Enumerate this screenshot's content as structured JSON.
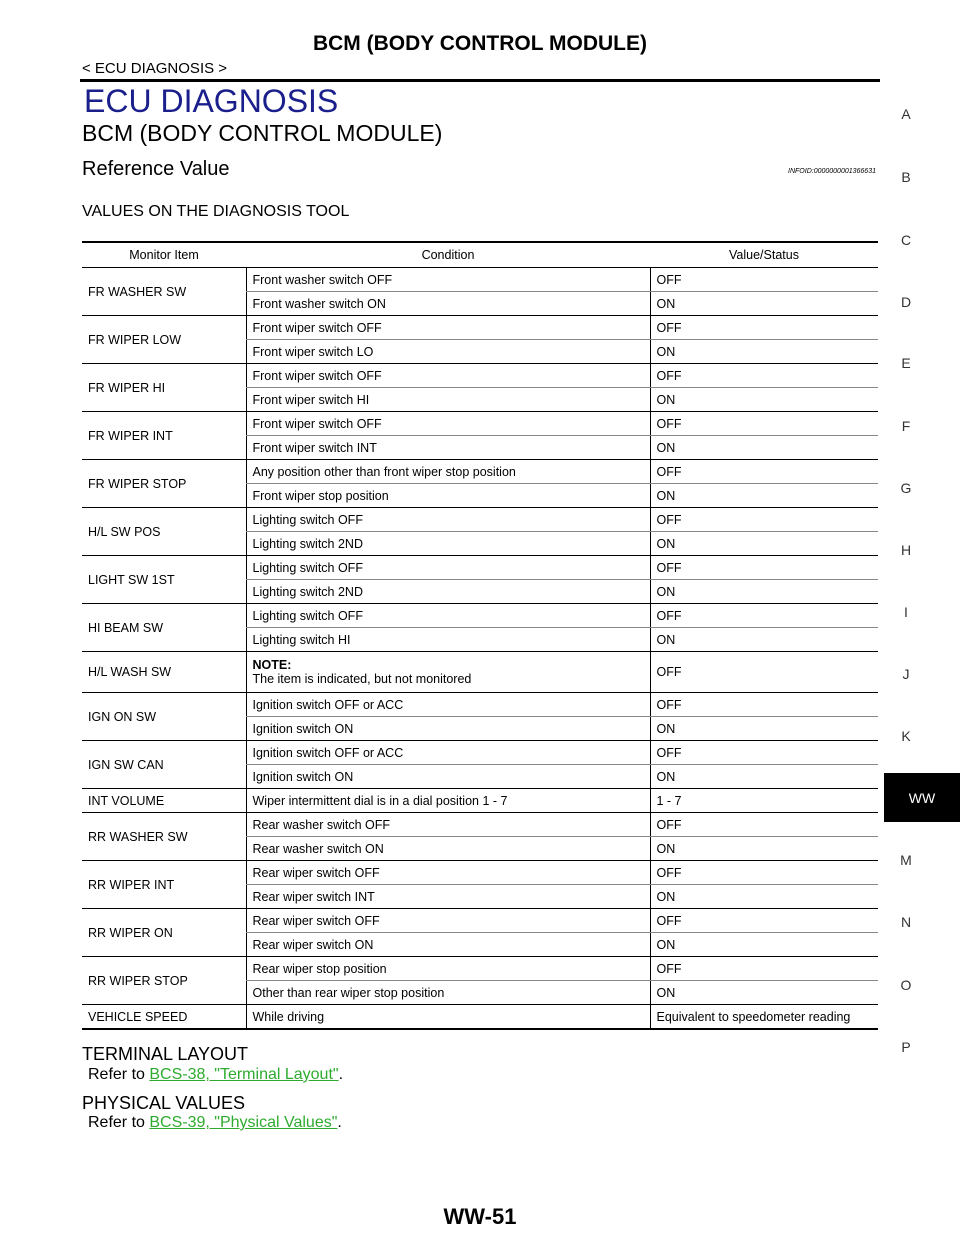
{
  "header": {
    "title": "BCM (BODY CONTROL MODULE)",
    "breadcrumb": "< ECU DIAGNOSIS >"
  },
  "section_title": "ECU DIAGNOSIS",
  "sub_title": "BCM (BODY CONTROL MODULE)",
  "reference_title": "Reference Value",
  "infoid": "INFOID:0000000001366631",
  "values_heading": "VALUES ON THE DIAGNOSIS TOOL",
  "table": {
    "headers": [
      "Monitor Item",
      "Condition",
      "Value/Status"
    ],
    "r0": {
      "item": "FR WASHER SW",
      "c1": "Front washer switch OFF",
      "v1": "OFF",
      "c2": "Front washer switch ON",
      "v2": "ON"
    },
    "r1": {
      "item": "FR WIPER LOW",
      "c1": "Front wiper switch OFF",
      "v1": "OFF",
      "c2": "Front wiper switch LO",
      "v2": "ON"
    },
    "r2": {
      "item": "FR WIPER HI",
      "c1": "Front wiper switch OFF",
      "v1": "OFF",
      "c2": "Front wiper switch HI",
      "v2": "ON"
    },
    "r3": {
      "item": "FR WIPER INT",
      "c1": "Front wiper switch OFF",
      "v1": "OFF",
      "c2": "Front wiper switch INT",
      "v2": "ON"
    },
    "r4": {
      "item": "FR WIPER STOP",
      "c1": "Any position other than front wiper stop position",
      "v1": "OFF",
      "c2": "Front wiper stop position",
      "v2": "ON"
    },
    "r5": {
      "item": "H/L SW POS",
      "c1": "Lighting switch OFF",
      "v1": "OFF",
      "c2": "Lighting switch 2ND",
      "v2": "ON"
    },
    "r6": {
      "item": "LIGHT SW 1ST",
      "c1": "Lighting switch OFF",
      "v1": "OFF",
      "c2": "Lighting switch 2ND",
      "v2": "ON"
    },
    "r7": {
      "item": "HI BEAM SW",
      "c1": "Lighting switch OFF",
      "v1": "OFF",
      "c2": "Lighting switch HI",
      "v2": "ON"
    },
    "r8": {
      "item": "H/L WASH SW",
      "note_label": "NOTE:",
      "note_text": "The item is indicated, but not monitored",
      "v": "OFF"
    },
    "r9": {
      "item": "IGN ON SW",
      "c1": "Ignition switch OFF or ACC",
      "v1": "OFF",
      "c2": "Ignition switch ON",
      "v2": "ON"
    },
    "r10": {
      "item": "IGN SW CAN",
      "c1": "Ignition switch OFF or ACC",
      "v1": "OFF",
      "c2": "Ignition switch ON",
      "v2": "ON"
    },
    "r11": {
      "item": "INT VOLUME",
      "c": "Wiper intermittent dial is in a dial position 1 - 7",
      "v": "1 - 7"
    },
    "r12": {
      "item": "RR WASHER SW",
      "c1": "Rear washer switch OFF",
      "v1": "OFF",
      "c2": "Rear washer switch ON",
      "v2": "ON"
    },
    "r13": {
      "item": "RR WIPER INT",
      "c1": "Rear wiper switch OFF",
      "v1": "OFF",
      "c2": "Rear wiper switch INT",
      "v2": "ON"
    },
    "r14": {
      "item": "RR WIPER ON",
      "c1": "Rear wiper switch OFF",
      "v1": "OFF",
      "c2": "Rear wiper switch ON",
      "v2": "ON"
    },
    "r15": {
      "item": "RR WIPER STOP",
      "c1": "Rear wiper stop position",
      "v1": "OFF",
      "c2": "Other than rear wiper stop position",
      "v2": "ON"
    },
    "r16": {
      "item": "VEHICLE SPEED",
      "c": "While driving",
      "v": "Equivalent to speedometer reading"
    }
  },
  "terminal": {
    "heading": "TERMINAL LAYOUT",
    "prefix": "Refer to ",
    "link": "BCS-38, \"Terminal Layout\"",
    "suffix": "."
  },
  "physical": {
    "heading": "PHYSICAL VALUES",
    "prefix": "Refer to ",
    "link": "BCS-39, \"Physical Values\"",
    "suffix": "."
  },
  "side_index": {
    "letters": [
      "A",
      "B",
      "C",
      "D",
      "E",
      "F",
      "G",
      "H",
      "I",
      "J",
      "K",
      "M",
      "N",
      "O",
      "P"
    ],
    "active": "WW"
  },
  "page_number": "WW-51"
}
